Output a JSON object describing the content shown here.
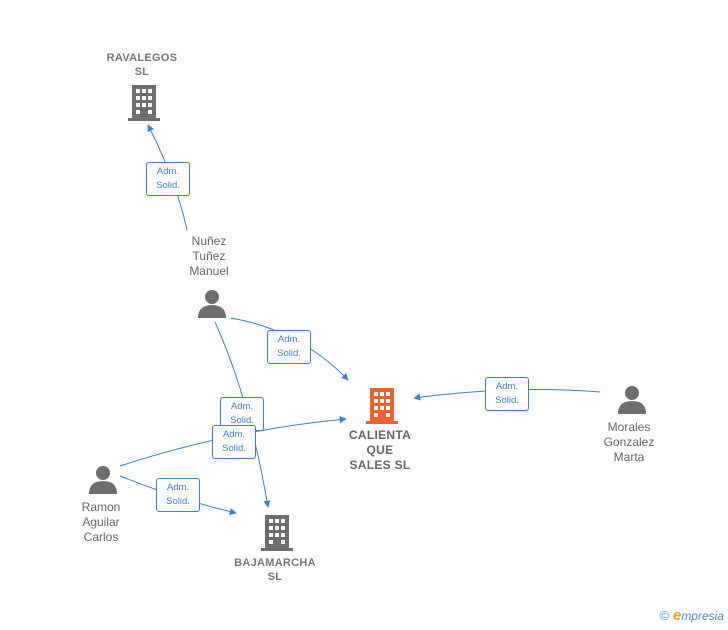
{
  "nodes": {
    "ravalegos": {
      "label": "RAVALEGOS\nSL",
      "type": "company"
    },
    "nunez": {
      "label": "Nuñez\nTuñez\nManuel",
      "type": "person"
    },
    "calienta": {
      "label": "CALIENTA\nQUE\nSALES SL",
      "type": "company-main"
    },
    "morales": {
      "label": "Morales\nGonzalez\nMarta",
      "type": "person"
    },
    "ramon": {
      "label": "Ramon\nAguilar\nCarlos",
      "type": "person"
    },
    "bajamarcha": {
      "label": "BAJAMARCHA\nSL",
      "type": "company"
    }
  },
  "edges": [
    {
      "from": "nunez",
      "to": "ravalegos",
      "label": "Adm.\nSolid."
    },
    {
      "from": "nunez",
      "to": "calienta",
      "label": "Adm.\nSolid."
    },
    {
      "from": "morales",
      "to": "calienta",
      "label": "Adm.\nSolid."
    },
    {
      "from": "nunez",
      "to": "bajamarcha",
      "label": "Adm.\nSolid."
    },
    {
      "from": "ramon",
      "to": "calienta",
      "label": "Adm.\nSolid."
    },
    {
      "from": "ramon",
      "to": "bajamarcha",
      "label": "Adm.\nSolid."
    }
  ],
  "colors": {
    "edge": "#3a7fd5",
    "icon": "#6e6e6e",
    "main_company": "#f0622d"
  },
  "footer": {
    "copyright": "©",
    "brand_e": "e",
    "brand_rest": "mpresia"
  }
}
